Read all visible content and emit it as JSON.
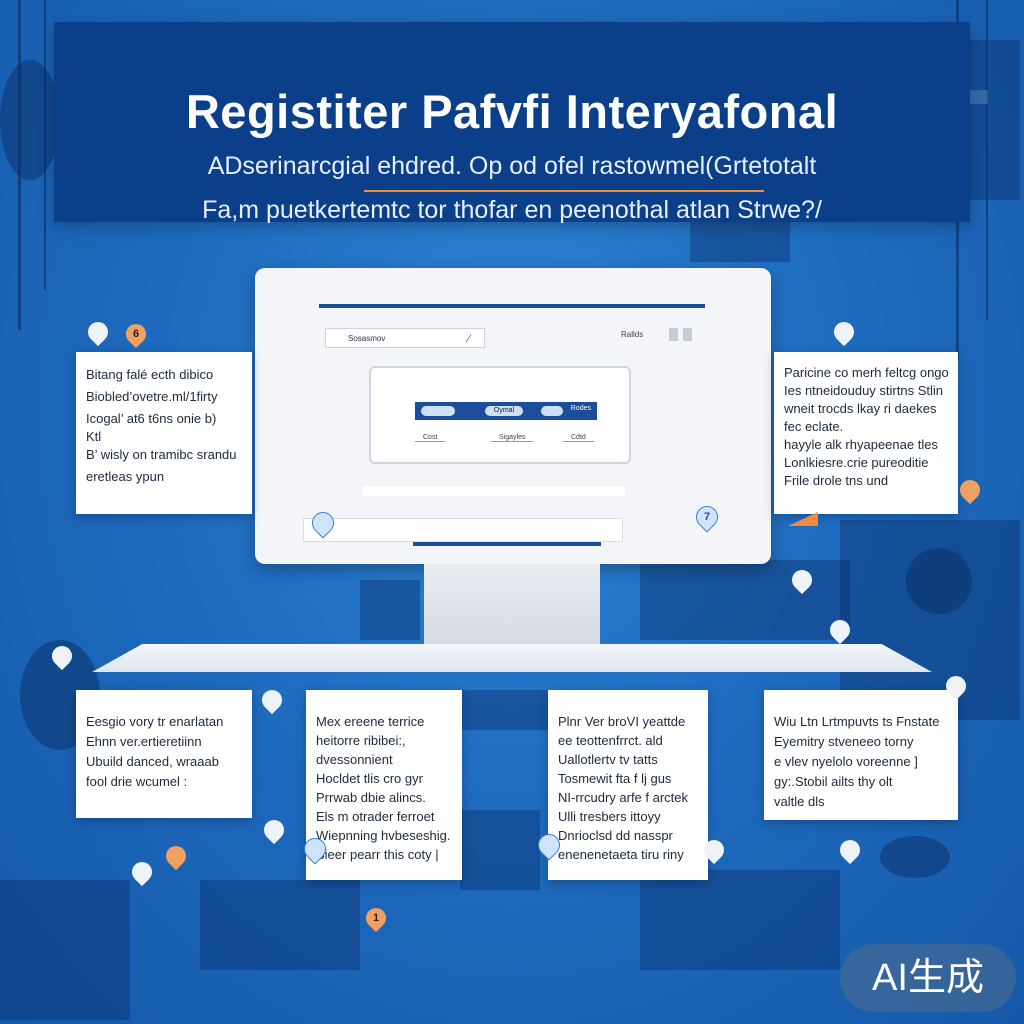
{
  "banner": {
    "title": "Registiter Pafvfi Interyafonal",
    "subtitle_line1": "ADserinarcgial ehdred. Op od ofel rastowmel(Grtetotalt",
    "subtitle_line2": "Fa,m puetkertemtc tor thofar en peenothal atlan Strwe?/"
  },
  "monitor": {
    "address_text": "Sosasmov",
    "top_right_text": "Rallds",
    "card_pill_center": "Oymal",
    "card_link": "Rodes",
    "card_footer": [
      "Cost",
      "Sigayles",
      "Cdtd"
    ]
  },
  "notes": {
    "left_top": [
      "Bitang falé ecth dibico",
      "Biobled’ovetre.ml/1firty",
      "Icogal’ at6 t6ns onie b)",
      "Ktl",
      "B’ wisly on tramibc srandu",
      "eretleas ypun"
    ],
    "right_top": [
      "Paricine co merh feltcg ongo",
      "Ies ntneidouduy stirtns Stlin",
      "wneit trocds lkay ri daekes",
      "fec eclate.",
      "hayyle alk rhyapeenae tles",
      "Lonlkiesre.crie pureoditie",
      "Frile drole tns und"
    ],
    "bottom_1": [
      "Eesgio vory tr enarlatan",
      "Ehnn ver.ertieretiinn",
      "Ubuild danced, wraaab",
      "fool drie wcumel :"
    ],
    "bottom_2": [
      "Mex ereene terrice",
      "heitorre ribibei:,",
      "dvessonnient",
      "Hocldet tlis cro gyr",
      "Prrwab dbie alincs.",
      "Els m otrader ferroet",
      "Wiepnning hvbeseshig.",
      "Sieer pearr this coty |"
    ],
    "bottom_3": [
      "Plnr Ver broVI yeattde",
      "ee teottenfrrct. ald",
      "Uallotlertv tv tatts",
      "Tosmewit fta f lj gus",
      "NI-rrcudry arfe f arctek",
      "Ulli tresbers ittoyy",
      "Dnrioclsd dd nasspr",
      "enenenetaeta tiru riny"
    ],
    "bottom_4": [
      "Wiu Ltn Lrtmpuvts ts Fnstate",
      "Eyemitry stveneeo torny",
      "e vlev nyelolo voreenne ]",
      "gy:.Stobil ailts thy olt",
      "valtle dls"
    ]
  },
  "badges": {
    "b1": "6",
    "b2": "7",
    "b3": "1"
  },
  "watermark": "AI生成",
  "colors": {
    "background": "#1f6cc0",
    "banner": "#0b3f8a",
    "accent_orange": "#f08a3c",
    "accent_blue": "#1b4d9a"
  }
}
